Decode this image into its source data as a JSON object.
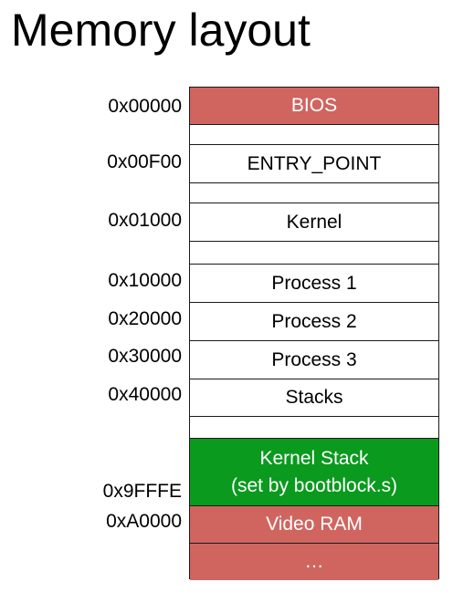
{
  "title": "Memory layout",
  "colors": {
    "reserved_red": "#d0655f",
    "kernel_stack_green": "#0a9a1e",
    "free_white": "#ffffff"
  },
  "blocks": [
    {
      "label": "BIOS",
      "color": "red"
    },
    {
      "label": "",
      "color": "white"
    },
    {
      "label": "ENTRY_POINT",
      "color": "white"
    },
    {
      "label": "",
      "color": "white"
    },
    {
      "label": "Kernel",
      "color": "white"
    },
    {
      "label": "",
      "color": "white"
    },
    {
      "label": "Process 1",
      "color": "white"
    },
    {
      "label": "Process 2",
      "color": "white"
    },
    {
      "label": "Process 3",
      "color": "white"
    },
    {
      "label": "Stacks",
      "color": "white"
    },
    {
      "label": "",
      "color": "white"
    },
    {
      "label": "Kernel Stack",
      "sublabel": "(set by bootblock.s)",
      "color": "green"
    },
    {
      "label": "Video RAM",
      "color": "red"
    },
    {
      "label": "…",
      "color": "red"
    }
  ],
  "addresses": [
    "0x00000",
    "0x00F00",
    "0x01000",
    "0x10000",
    "0x20000",
    "0x30000",
    "0x40000",
    "0x9FFFE",
    "0xA0000"
  ]
}
